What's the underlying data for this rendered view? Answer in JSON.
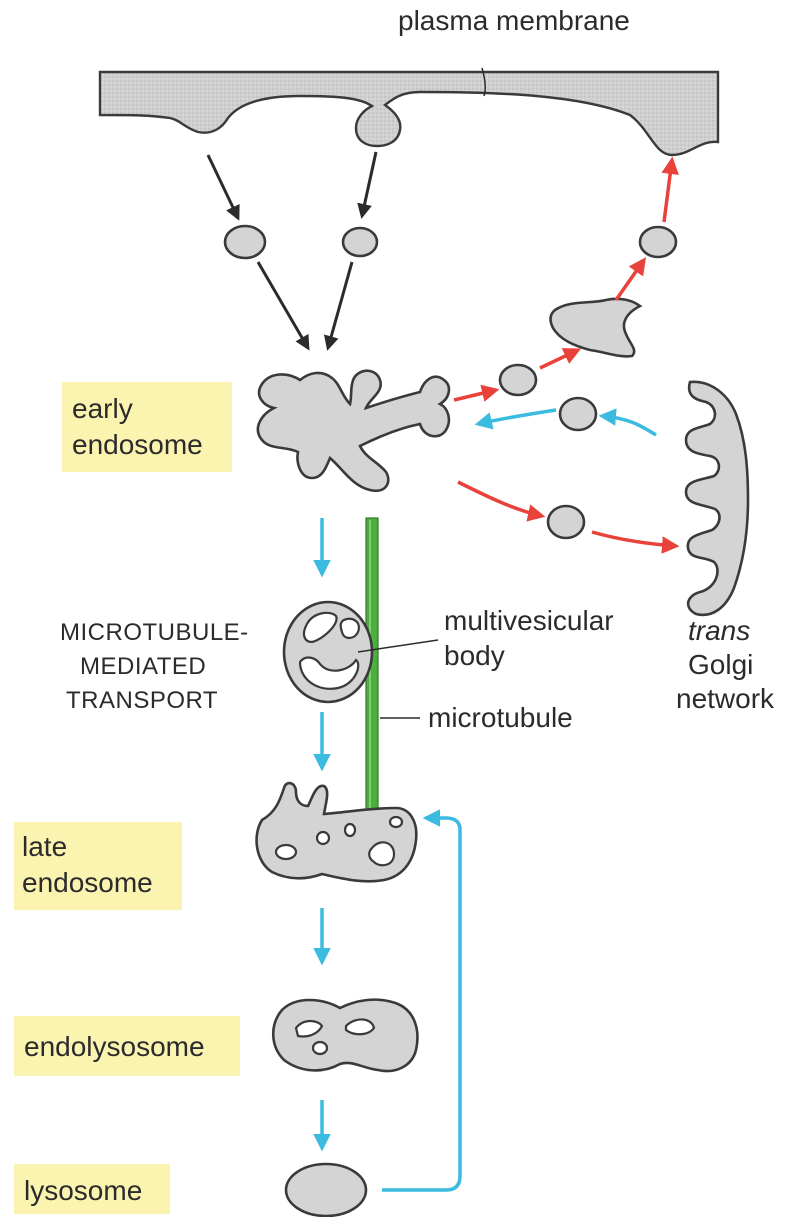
{
  "labels": {
    "plasma_membrane": "plasma membrane",
    "early_endosome": [
      "early",
      "endosome"
    ],
    "microtubule_transport": [
      "MICROTUBULE-",
      "MEDIATED",
      "TRANSPORT"
    ],
    "multivesicular_body": [
      "multivesicular",
      "body"
    ],
    "microtubule": "microtubule",
    "trans_golgi": [
      "trans",
      "Golgi",
      "network"
    ],
    "late_endosome": [
      "late",
      "endosome"
    ],
    "endolysosome": "endolysosome",
    "lysosome": "lysosome"
  },
  "colors": {
    "organelle_fill": "#d4d4d4",
    "highlight": "#fbf3b0",
    "recycling_arrow": "#e8423a",
    "golgi_arrow": "#3cbbe0",
    "microtubule": "#4caf3f",
    "endocytosis_arrow": "#2b2b2b"
  }
}
